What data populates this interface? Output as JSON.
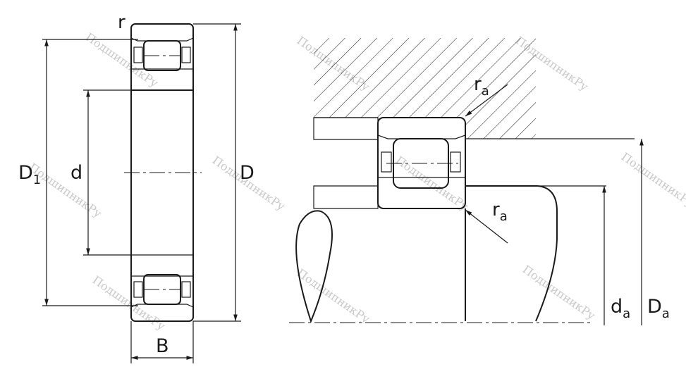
{
  "left_view": {
    "labels": {
      "r": "r",
      "D1_main": "D",
      "D1_sub": "1",
      "d": "d",
      "D": "D",
      "B": "B"
    }
  },
  "right_view": {
    "labels": {
      "ra_top_main": "r",
      "ra_top_sub": "a",
      "ra_bottom_main": "r",
      "ra_bottom_sub": "a",
      "da_main": "d",
      "da_sub": "a",
      "Da_main": "D",
      "Da_sub": "a"
    }
  },
  "watermark": {
    "text": "ПодшипникРу"
  }
}
